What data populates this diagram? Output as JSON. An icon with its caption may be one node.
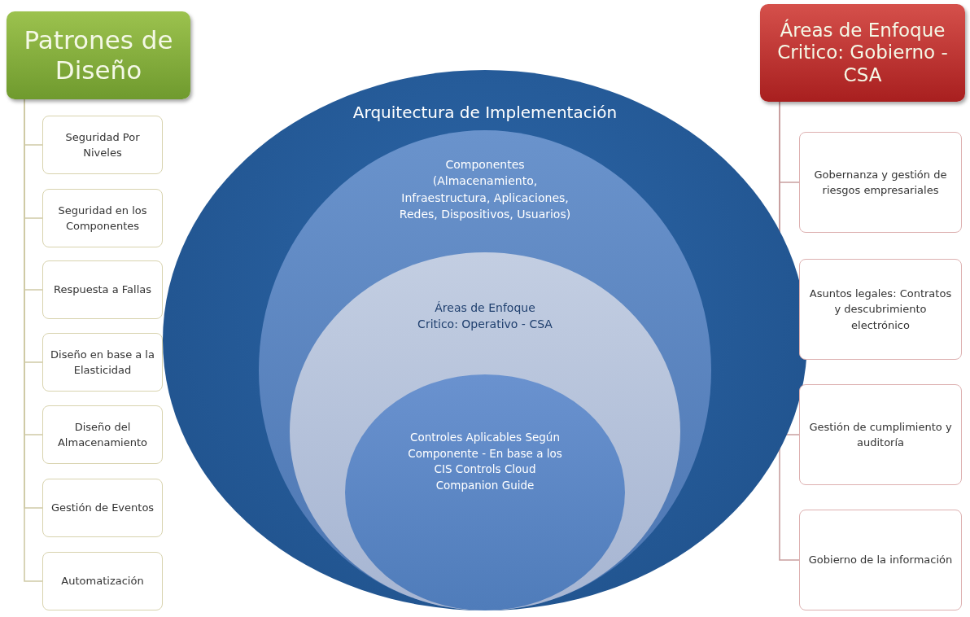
{
  "diagram": {
    "nodes": [
      {
        "text": [
          "Patrones de Diseño"
        ]
      },
      {
        "text": [
          "Seguridad Por Niveles"
        ]
      },
      {
        "text": [
          "Seguridad en los Componentes"
        ]
      },
      {
        "text": [
          "Respuesta a Fallas"
        ]
      },
      {
        "text": [
          "Diseño en base a la Elasticidad"
        ]
      },
      {
        "text": [
          "Diseño del Almacenamiento"
        ]
      },
      {
        "text": [
          "Gestión de Eventos"
        ]
      },
      {
        "text": [
          "Automatización"
        ]
      },
      {
        "text": [
          "Arquitectura de Implementación"
        ]
      },
      {
        "text": [
          "Componentes (Almacenamiento, Infraestructura, Aplicaciones, Redes, Dispositivos, Usuarios)"
        ],
        "in": 8
      },
      {
        "text": [
          "Áreas de Enfoque Critico: Operativo - CSA"
        ],
        "in": 9
      },
      {
        "text": [
          "Controles Aplicables Según Componente - En base a los CIS Controls Cloud Companion Guide"
        ],
        "in": 10
      },
      {
        "text": [
          "Áreas de Enfoque Critico: Gobierno - CSA"
        ]
      },
      {
        "text": [
          "Gobernanza y gestión de riesgos empresariales"
        ]
      },
      {
        "text": [
          "Asuntos legales: Contratos y descubrimiento electrónico"
        ]
      },
      {
        "text": [
          "Gestión de cumplimiento y auditoría"
        ]
      },
      {
        "text": [
          "Gobierno de la información"
        ]
      }
    ],
    "edges": [
      {
        "from": 0,
        "to": 1,
        "arrow": "none"
      },
      {
        "from": 0,
        "to": 2,
        "arrow": "none"
      },
      {
        "from": 0,
        "to": 3,
        "arrow": "none"
      },
      {
        "from": 0,
        "to": 4,
        "arrow": "none"
      },
      {
        "from": 0,
        "to": 5,
        "arrow": "none"
      },
      {
        "from": 0,
        "to": 6,
        "arrow": "none"
      },
      {
        "from": 0,
        "to": 7,
        "arrow": "none"
      },
      {
        "from": 12,
        "to": 13,
        "arrow": "none",
        "color": "#c9a0a0"
      },
      {
        "from": 12,
        "to": 14,
        "arrow": "none",
        "color": "#c9a0a0"
      },
      {
        "from": 12,
        "to": 15,
        "arrow": "none",
        "color": "#c9a0a0"
      },
      {
        "from": 12,
        "to": 16,
        "arrow": "none",
        "color": "#c9a0a0"
      }
    ]
  }
}
